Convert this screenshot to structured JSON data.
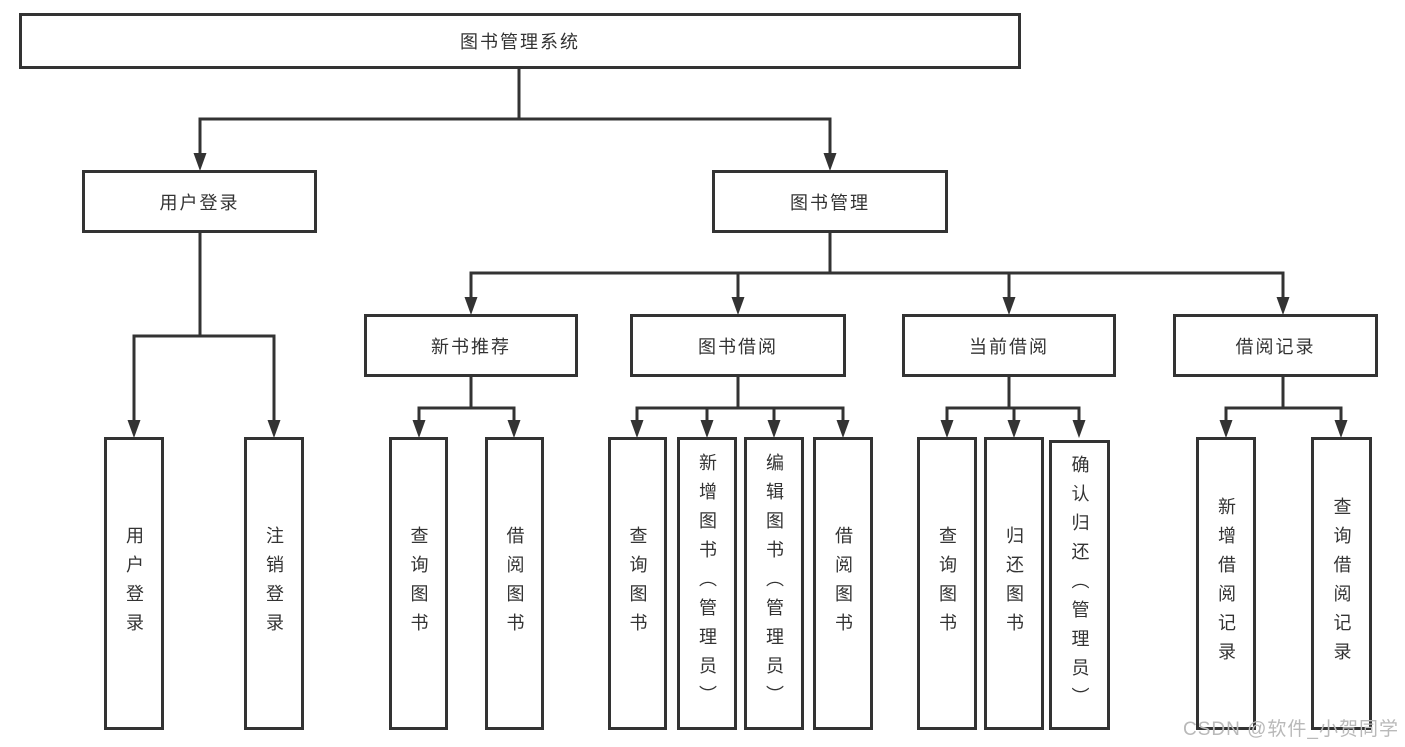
{
  "diagram": {
    "title": "图书管理系统",
    "root": {
      "label": "图书管理系统"
    },
    "level2": [
      {
        "id": "user-login",
        "label": "用户登录"
      },
      {
        "id": "book-management",
        "label": "图书管理"
      }
    ],
    "level3": [
      {
        "id": "new-book-recommend",
        "label": "新书推荐"
      },
      {
        "id": "book-borrow",
        "label": "图书借阅"
      },
      {
        "id": "current-borrow",
        "label": "当前借阅"
      },
      {
        "id": "borrow-record",
        "label": "借阅记录"
      }
    ],
    "leaves": {
      "user_login": [
        "用户登录",
        "注销登录"
      ],
      "new_book_recommend": [
        "查询图书",
        "借阅图书"
      ],
      "book_borrow": [
        "查询图书",
        "新增图书（管理员）",
        "编辑图书（管理员）",
        "借阅图书"
      ],
      "current_borrow": [
        "查询图书",
        "归还图书",
        "确认归还（管理员）"
      ],
      "borrow_record": [
        "新增借阅记录",
        "查询借阅记录"
      ]
    },
    "watermark": "CSDN @软件_小贺同学",
    "colors": {
      "line": "#333333",
      "box_border": "#333333",
      "watermark": "#b9b9b9",
      "background": "#ffffff"
    }
  }
}
